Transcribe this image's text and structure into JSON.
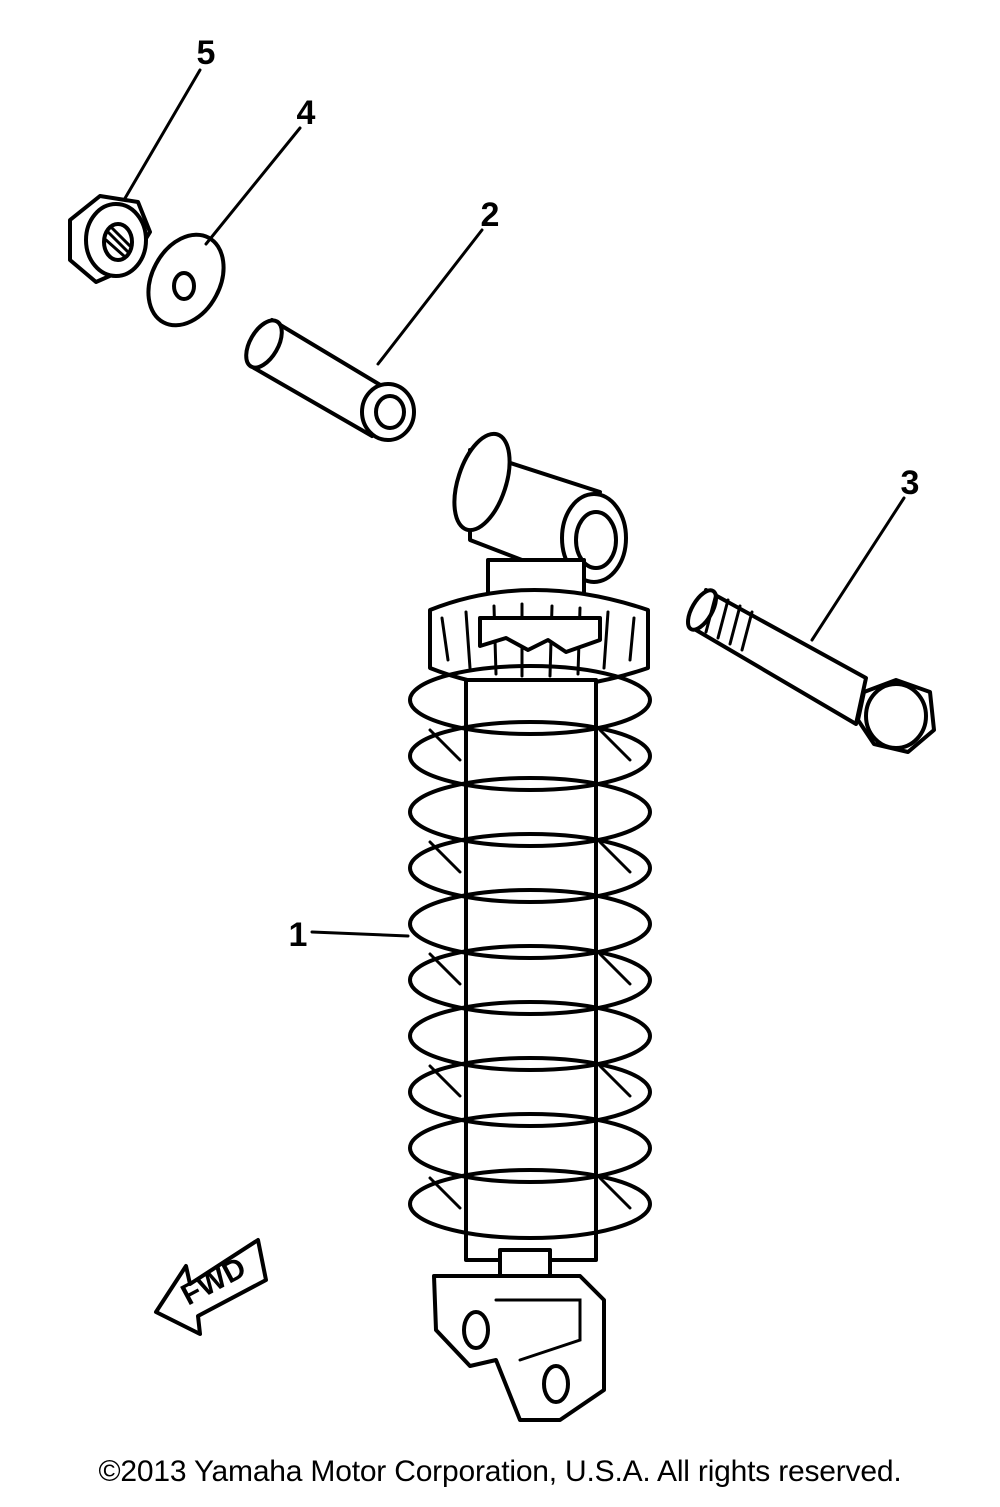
{
  "parts": [
    {
      "number": "1",
      "name": "shock-absorber"
    },
    {
      "number": "2",
      "name": "collar"
    },
    {
      "number": "3",
      "name": "bolt"
    },
    {
      "number": "4",
      "name": "washer"
    },
    {
      "number": "5",
      "name": "nut"
    }
  ],
  "direction_label": "FWD",
  "copyright": "©2013 Yamaha Motor Corporation, U.S.A. All rights reserved."
}
